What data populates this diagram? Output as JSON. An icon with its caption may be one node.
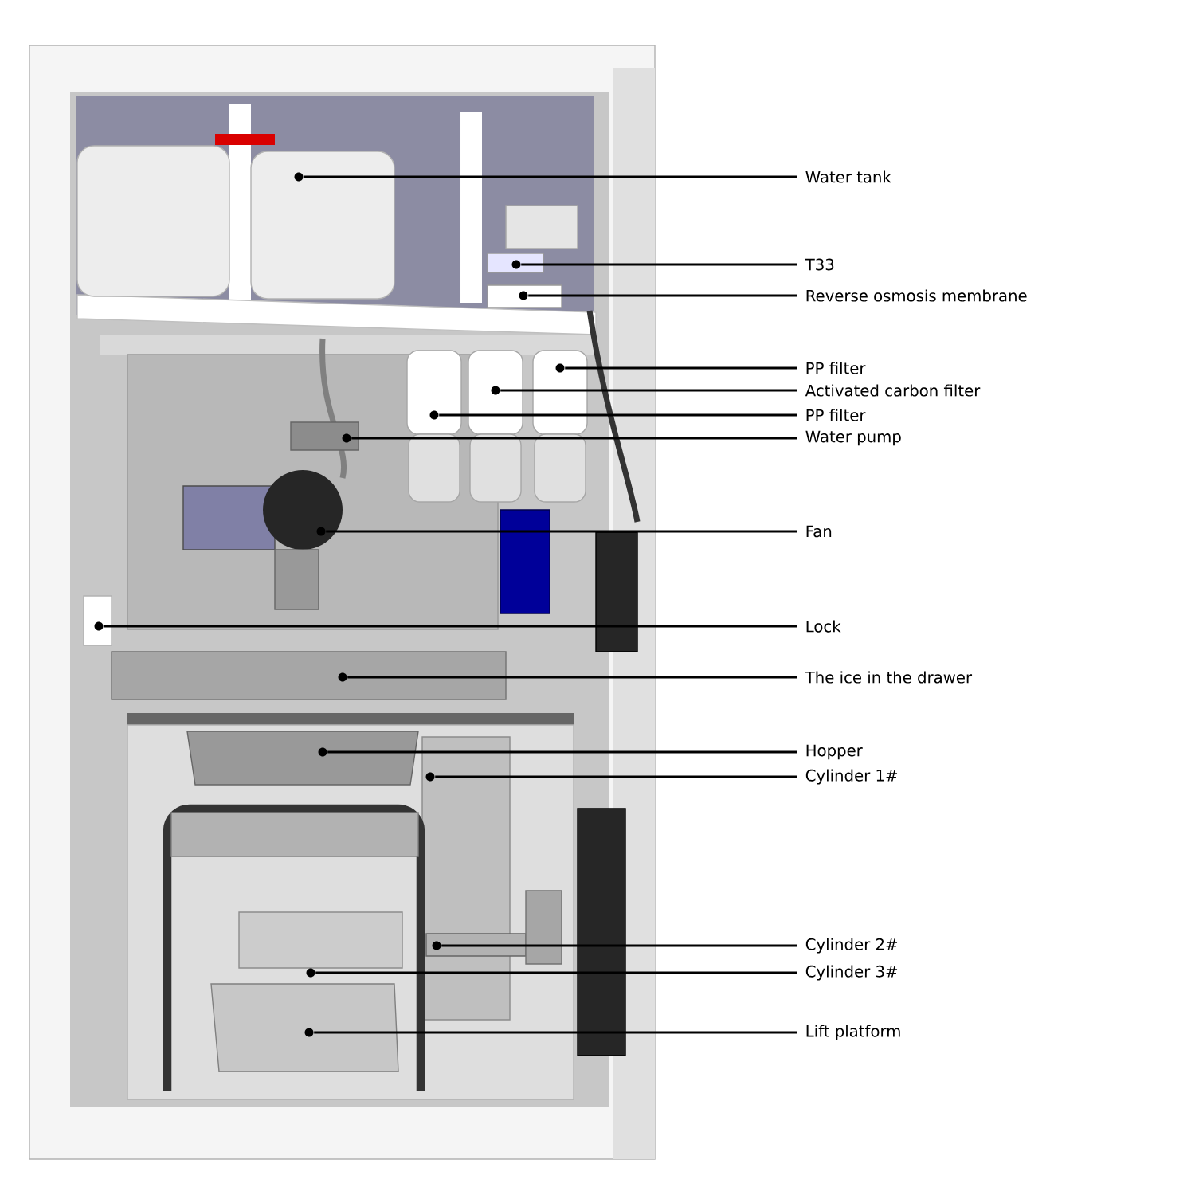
{
  "diagram": {
    "nodes": [
      {
        "text": [
          "Water tank"
        ]
      },
      {
        "text": [
          "T33"
        ]
      },
      {
        "text": [
          "Reverse osmosis membrane"
        ]
      },
      {
        "text": [
          "PP filter"
        ]
      },
      {
        "text": [
          "Activated carbon filter"
        ]
      },
      {
        "text": [
          "PP filter"
        ]
      },
      {
        "text": [
          "Water pump"
        ]
      },
      {
        "text": [
          "Fan"
        ]
      },
      {
        "text": [
          "Lock"
        ]
      },
      {
        "text": [
          "The ice in the drawer"
        ]
      },
      {
        "text": [
          "Hopper"
        ]
      },
      {
        "text": [
          "Cylinder 1#"
        ]
      },
      {
        "text": [
          "Cylinder 2#"
        ]
      },
      {
        "text": [
          "Cylinder 3#"
        ]
      },
      {
        "text": [
          "Lift platform"
        ]
      },
      {
        "text": [],
        "shape": "circle"
      },
      {
        "text": [],
        "shape": "circle"
      },
      {
        "text": [],
        "shape": "circle"
      },
      {
        "text": [],
        "shape": "circle"
      },
      {
        "text": [],
        "shape": "circle"
      },
      {
        "text": [],
        "shape": "circle"
      },
      {
        "text": [],
        "shape": "circle"
      },
      {
        "text": [],
        "shape": "circle"
      },
      {
        "text": [],
        "shape": "circle"
      },
      {
        "text": [],
        "shape": "circle"
      },
      {
        "text": [],
        "shape": "circle"
      },
      {
        "text": [],
        "shape": "circle"
      },
      {
        "text": [],
        "shape": "circle"
      },
      {
        "text": [],
        "shape": "circle"
      },
      {
        "text": [],
        "shape": "circle"
      }
    ],
    "edges": [
      {
        "from": 0,
        "to": 15,
        "arrow": "none"
      },
      {
        "from": 1,
        "to": 16,
        "arrow": "none"
      },
      {
        "from": 2,
        "to": 17,
        "arrow": "none"
      },
      {
        "from": 3,
        "to": 18,
        "arrow": "none"
      },
      {
        "from": 4,
        "to": 19,
        "arrow": "none"
      },
      {
        "from": 5,
        "to": 20,
        "arrow": "none"
      },
      {
        "from": 6,
        "to": 21,
        "arrow": "none"
      },
      {
        "from": 7,
        "to": 22,
        "arrow": "none"
      },
      {
        "from": 8,
        "to": 23,
        "arrow": "none"
      },
      {
        "from": 9,
        "to": 24,
        "arrow": "none"
      },
      {
        "from": 10,
        "to": 25,
        "arrow": "none"
      },
      {
        "from": 11,
        "to": 26,
        "arrow": "none"
      },
      {
        "from": 12,
        "to": 27,
        "arrow": "none"
      },
      {
        "from": 13,
        "to": 28,
        "arrow": "none"
      },
      {
        "from": 14,
        "to": 29,
        "arrow": "none"
      }
    ]
  }
}
